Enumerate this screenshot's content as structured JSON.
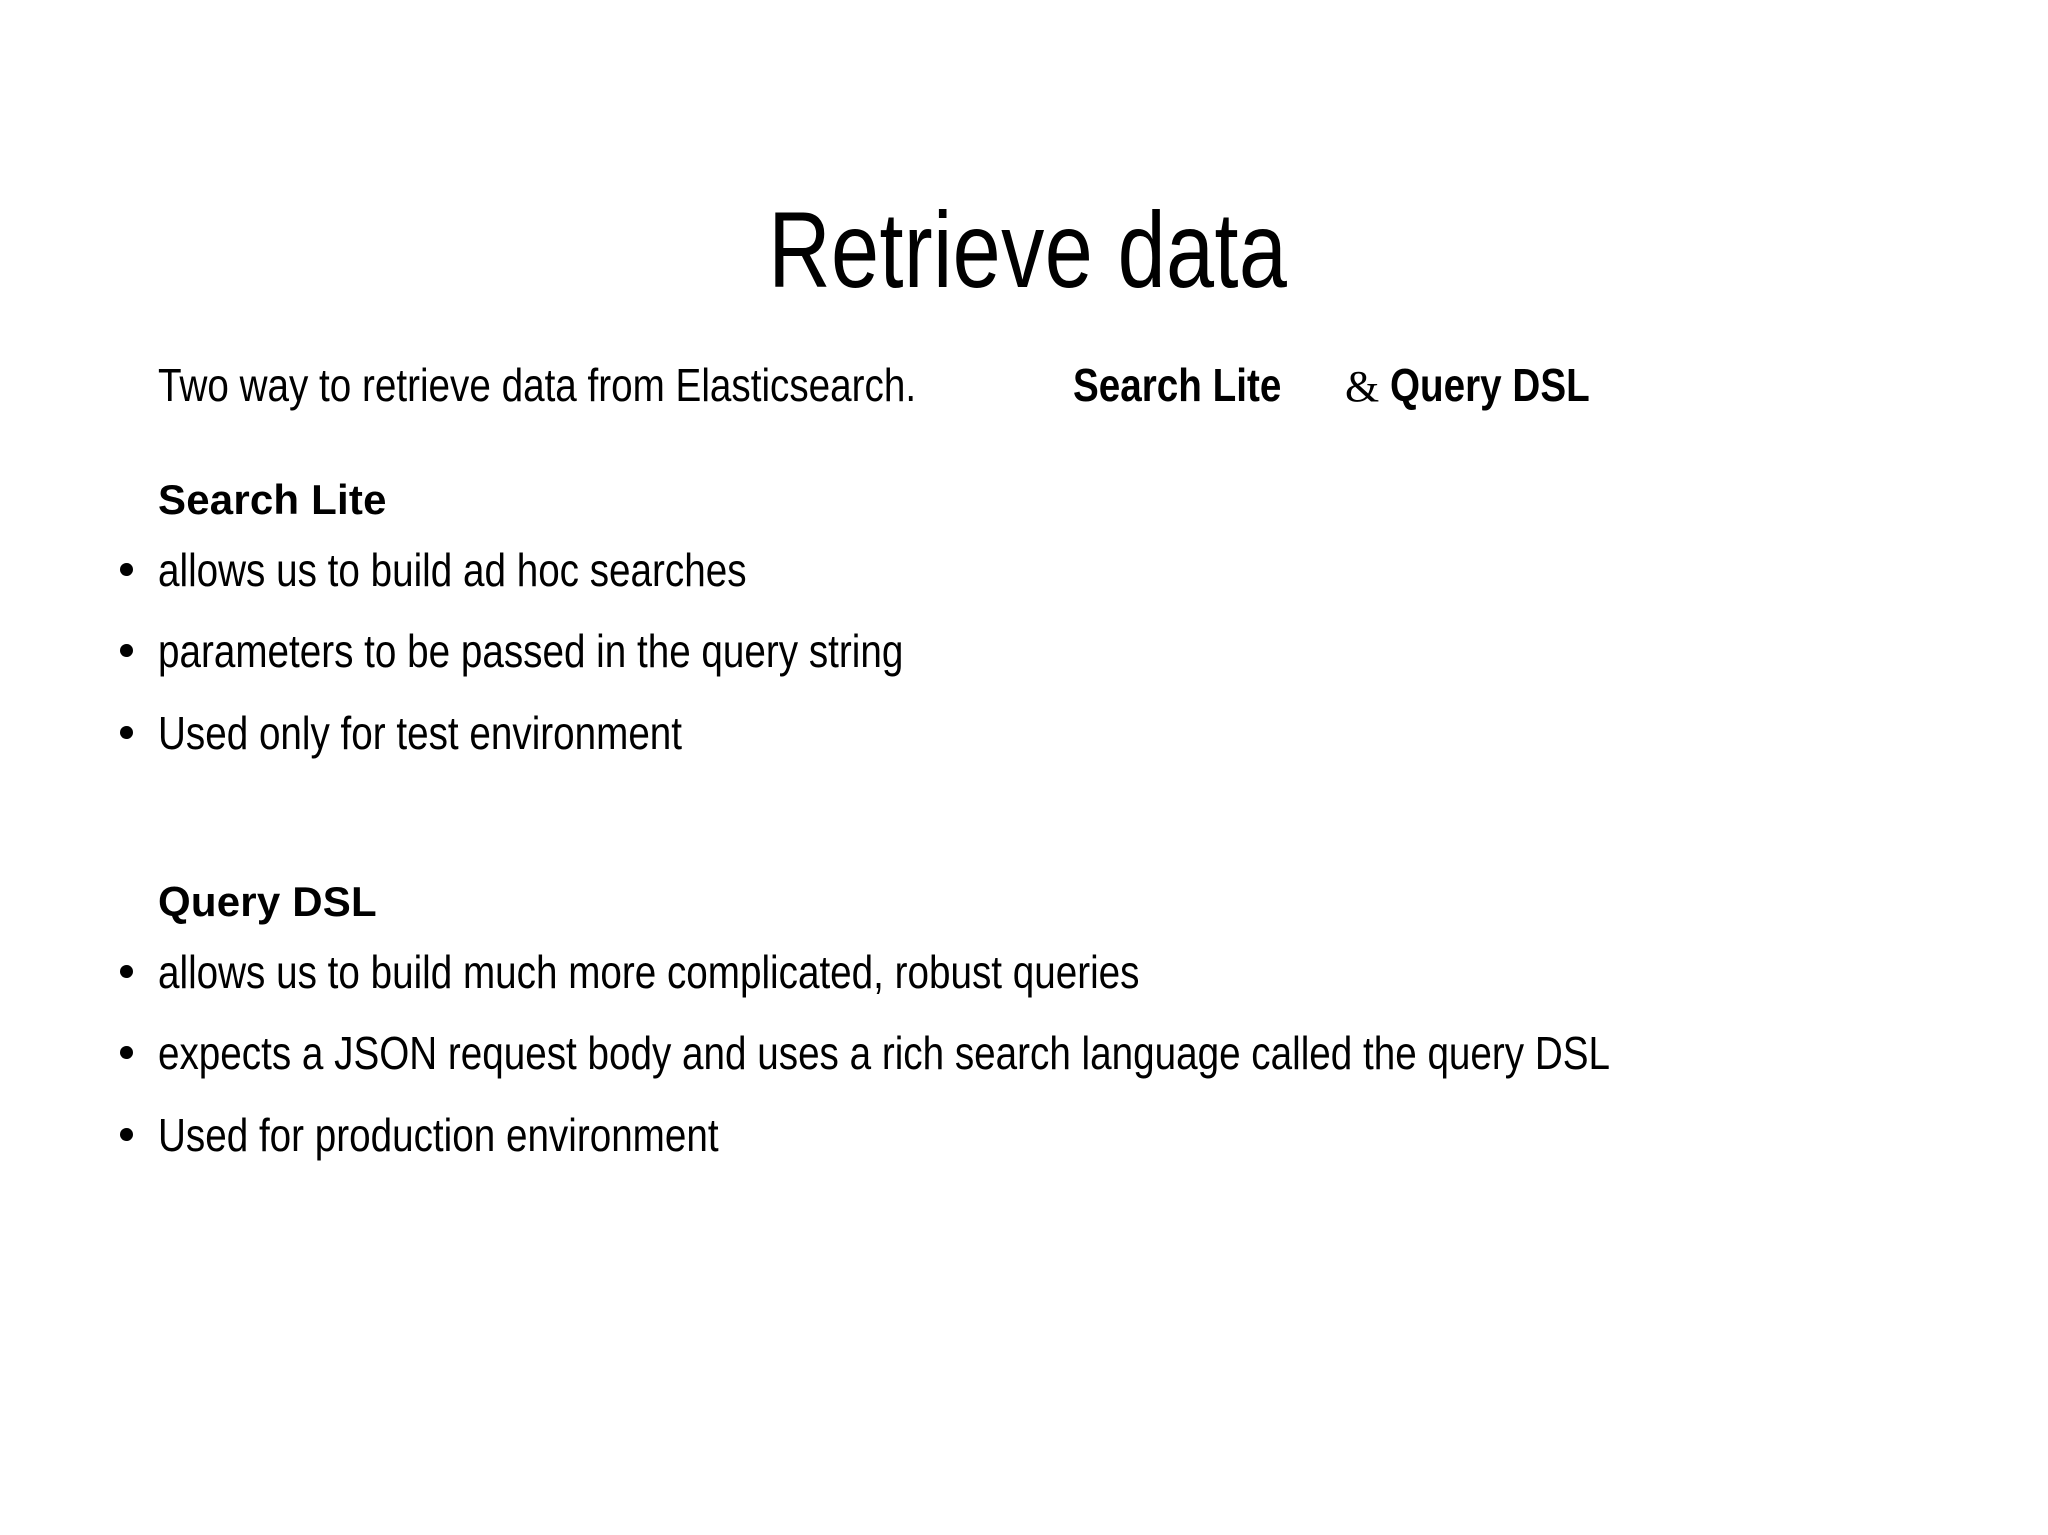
{
  "slide": {
    "title": "Retrieve data",
    "intro": {
      "lead": "Two way to retrieve data from Elasticsearch.",
      "term_one": "Search Lite",
      "conjunction": "&",
      "term_two": "Query DSL"
    },
    "sections": [
      {
        "heading": "Search Lite",
        "bullets": [
          "allows us to build ad hoc searches",
          "parameters to be passed in the query string",
          "Used only for test environment"
        ]
      },
      {
        "heading": "Query DSL",
        "bullets": [
          "allows us to build much more complicated, robust queries",
          "expects a JSON request body and uses a rich search language called the query DSL",
          "Used for production environment"
        ]
      }
    ]
  },
  "style": {
    "background_color": "#ffffff",
    "text_color": "#000000",
    "bullet_glyph": "bullet-dot"
  }
}
